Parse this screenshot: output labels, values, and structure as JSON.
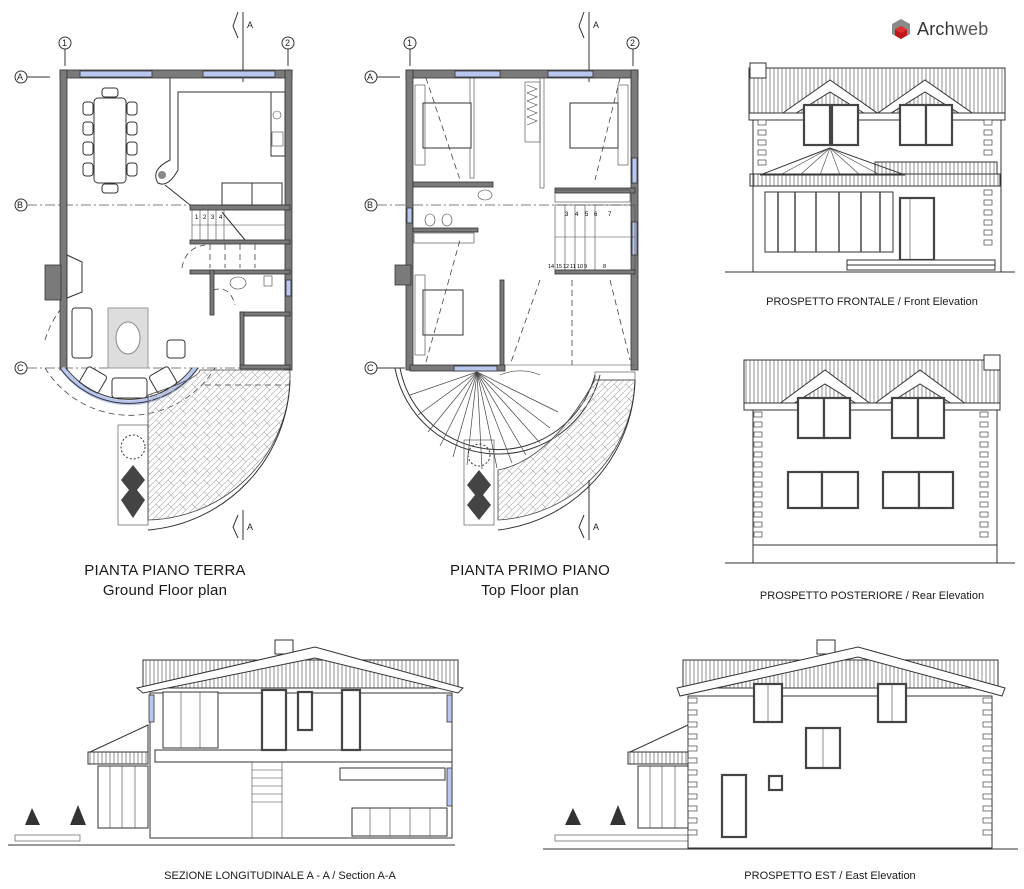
{
  "logo": {
    "brand": "Arch",
    "brand_suffix": "web",
    "icon": "cube-logo-icon",
    "accent_color": "#c0161c",
    "gray_color": "#8a8a8a"
  },
  "colors": {
    "glass": "#b9c6f0",
    "wall": "#7a7a7a",
    "line": "#333333"
  },
  "ground_floor": {
    "title_it": "PIANTA PIANO TERRA",
    "title_en": "Ground Floor plan",
    "grid": {
      "cols": [
        "1",
        "2"
      ],
      "rows": [
        "A",
        "B",
        "C"
      ]
    },
    "section_marker": "A",
    "stair_numbers": [
      "1",
      "2",
      "3",
      "4"
    ]
  },
  "top_floor": {
    "title_it": "PIANTA PRIMO PIANO",
    "title_en": "Top Floor plan",
    "grid": {
      "cols": [
        "1",
        "2"
      ],
      "rows": [
        "A",
        "B",
        "C"
      ]
    },
    "section_marker": "A",
    "stair_numbers_top": [
      "3",
      "4",
      "5",
      "6",
      "7"
    ],
    "stair_numbers_bottom": [
      "14",
      "15",
      "12",
      "11",
      "10",
      "9",
      "8"
    ]
  },
  "front_elevation": {
    "label": "PROSPETTO FRONTALE  /  Front Elevation"
  },
  "rear_elevation": {
    "label": "PROSPETTO POSTERIORE  /  Rear Elevation"
  },
  "section": {
    "label": "SEZIONE LONGITUDINALE  A - A  / Section A-A"
  },
  "east_elevation": {
    "label": "PROSPETTO EST  /  East Elevation"
  }
}
